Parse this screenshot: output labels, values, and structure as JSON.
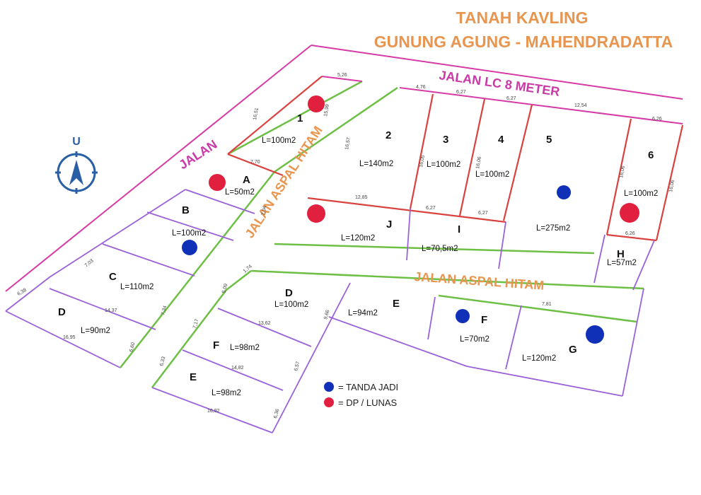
{
  "title": {
    "line1": "TANAH KAVLING",
    "line2": "GUNUNG AGUNG - MAHENDRADATTA"
  },
  "colors": {
    "title": "#e8954f",
    "road_lc": "#d63aa6",
    "road_asphalt": "#6dbf45",
    "boundary_red": "#d9423f",
    "boundary_purple": "#9a62d8",
    "marker_blue": "#1030b8",
    "marker_red": "#e0203e",
    "compass": "#2a5fa6",
    "label_orange": "#e8954f",
    "label_magenta": "#c93aa8"
  },
  "roads": {
    "jalan": "JALAN",
    "jalan_lc": "JALAN LC 8 METER",
    "aspal_diagonal": "JALAN ASPAL HITAM",
    "aspal_horizontal": "JALAN ASPAL HITAM"
  },
  "compass": {
    "label": "U",
    "icon": "compass-icon"
  },
  "lots": [
    {
      "id": "1",
      "area": "L=100m2",
      "status": "dp-lunas"
    },
    {
      "id": "A",
      "area": "L=50m2",
      "status": "dp-lunas"
    },
    {
      "id": "B",
      "area": "L=100m2",
      "status": "tanda-jadi"
    },
    {
      "id": "C",
      "area": "L=110m2",
      "status": "available"
    },
    {
      "id": "D",
      "area": "L=90m2",
      "status": "available"
    },
    {
      "id": "2",
      "area": "L=140m2",
      "status": "available"
    },
    {
      "id": "3",
      "area": "L=100m2",
      "status": "available"
    },
    {
      "id": "4",
      "area": "L=100m2",
      "status": "available"
    },
    {
      "id": "5",
      "area": "L=275m2",
      "status": "tanda-jadi"
    },
    {
      "id": "6",
      "area": "L=100m2",
      "status": "dp-lunas"
    },
    {
      "id": "J",
      "area": "L=120m2",
      "status": "dp-lunas"
    },
    {
      "id": "I",
      "area": "L=70,5m2",
      "status": "available"
    },
    {
      "id": "H",
      "area": "L=57m2",
      "status": "available"
    },
    {
      "id": "D",
      "area": "L=100m2",
      "status": "available"
    },
    {
      "id": "F",
      "area": "L=98m2",
      "status": "available"
    },
    {
      "id": "E",
      "area": "L=98m2",
      "status": "available"
    },
    {
      "id": "E",
      "area": "L=94m2",
      "status": "available"
    },
    {
      "id": "F",
      "area": "L=70m2",
      "status": "tanda-jadi"
    },
    {
      "id": "G",
      "area": "L=120m2",
      "status": "tanda-jadi"
    }
  ],
  "dimensions": [
    "5,26",
    "16,51",
    "15,99",
    "7,70",
    "4,76",
    "6,27",
    "6,27",
    "12,54",
    "6,26",
    "16,05",
    "16,06",
    "16,06",
    "16,06",
    "12,85",
    "6,27",
    "6,27",
    "6,26",
    "16,57",
    "7,04",
    "7,03",
    "6,38",
    "14,37",
    "16,95",
    "7,34",
    "6,60",
    "1,74",
    "5,09",
    "7,17",
    "6,33",
    "13,62",
    "14,82",
    "16,92",
    "6,57",
    "6,36",
    "9,66",
    "7,81"
  ],
  "legend": [
    {
      "label": "= TANDA JADI",
      "color": "#1030b8"
    },
    {
      "label": "= DP / LUNAS",
      "color": "#e0203e"
    }
  ]
}
